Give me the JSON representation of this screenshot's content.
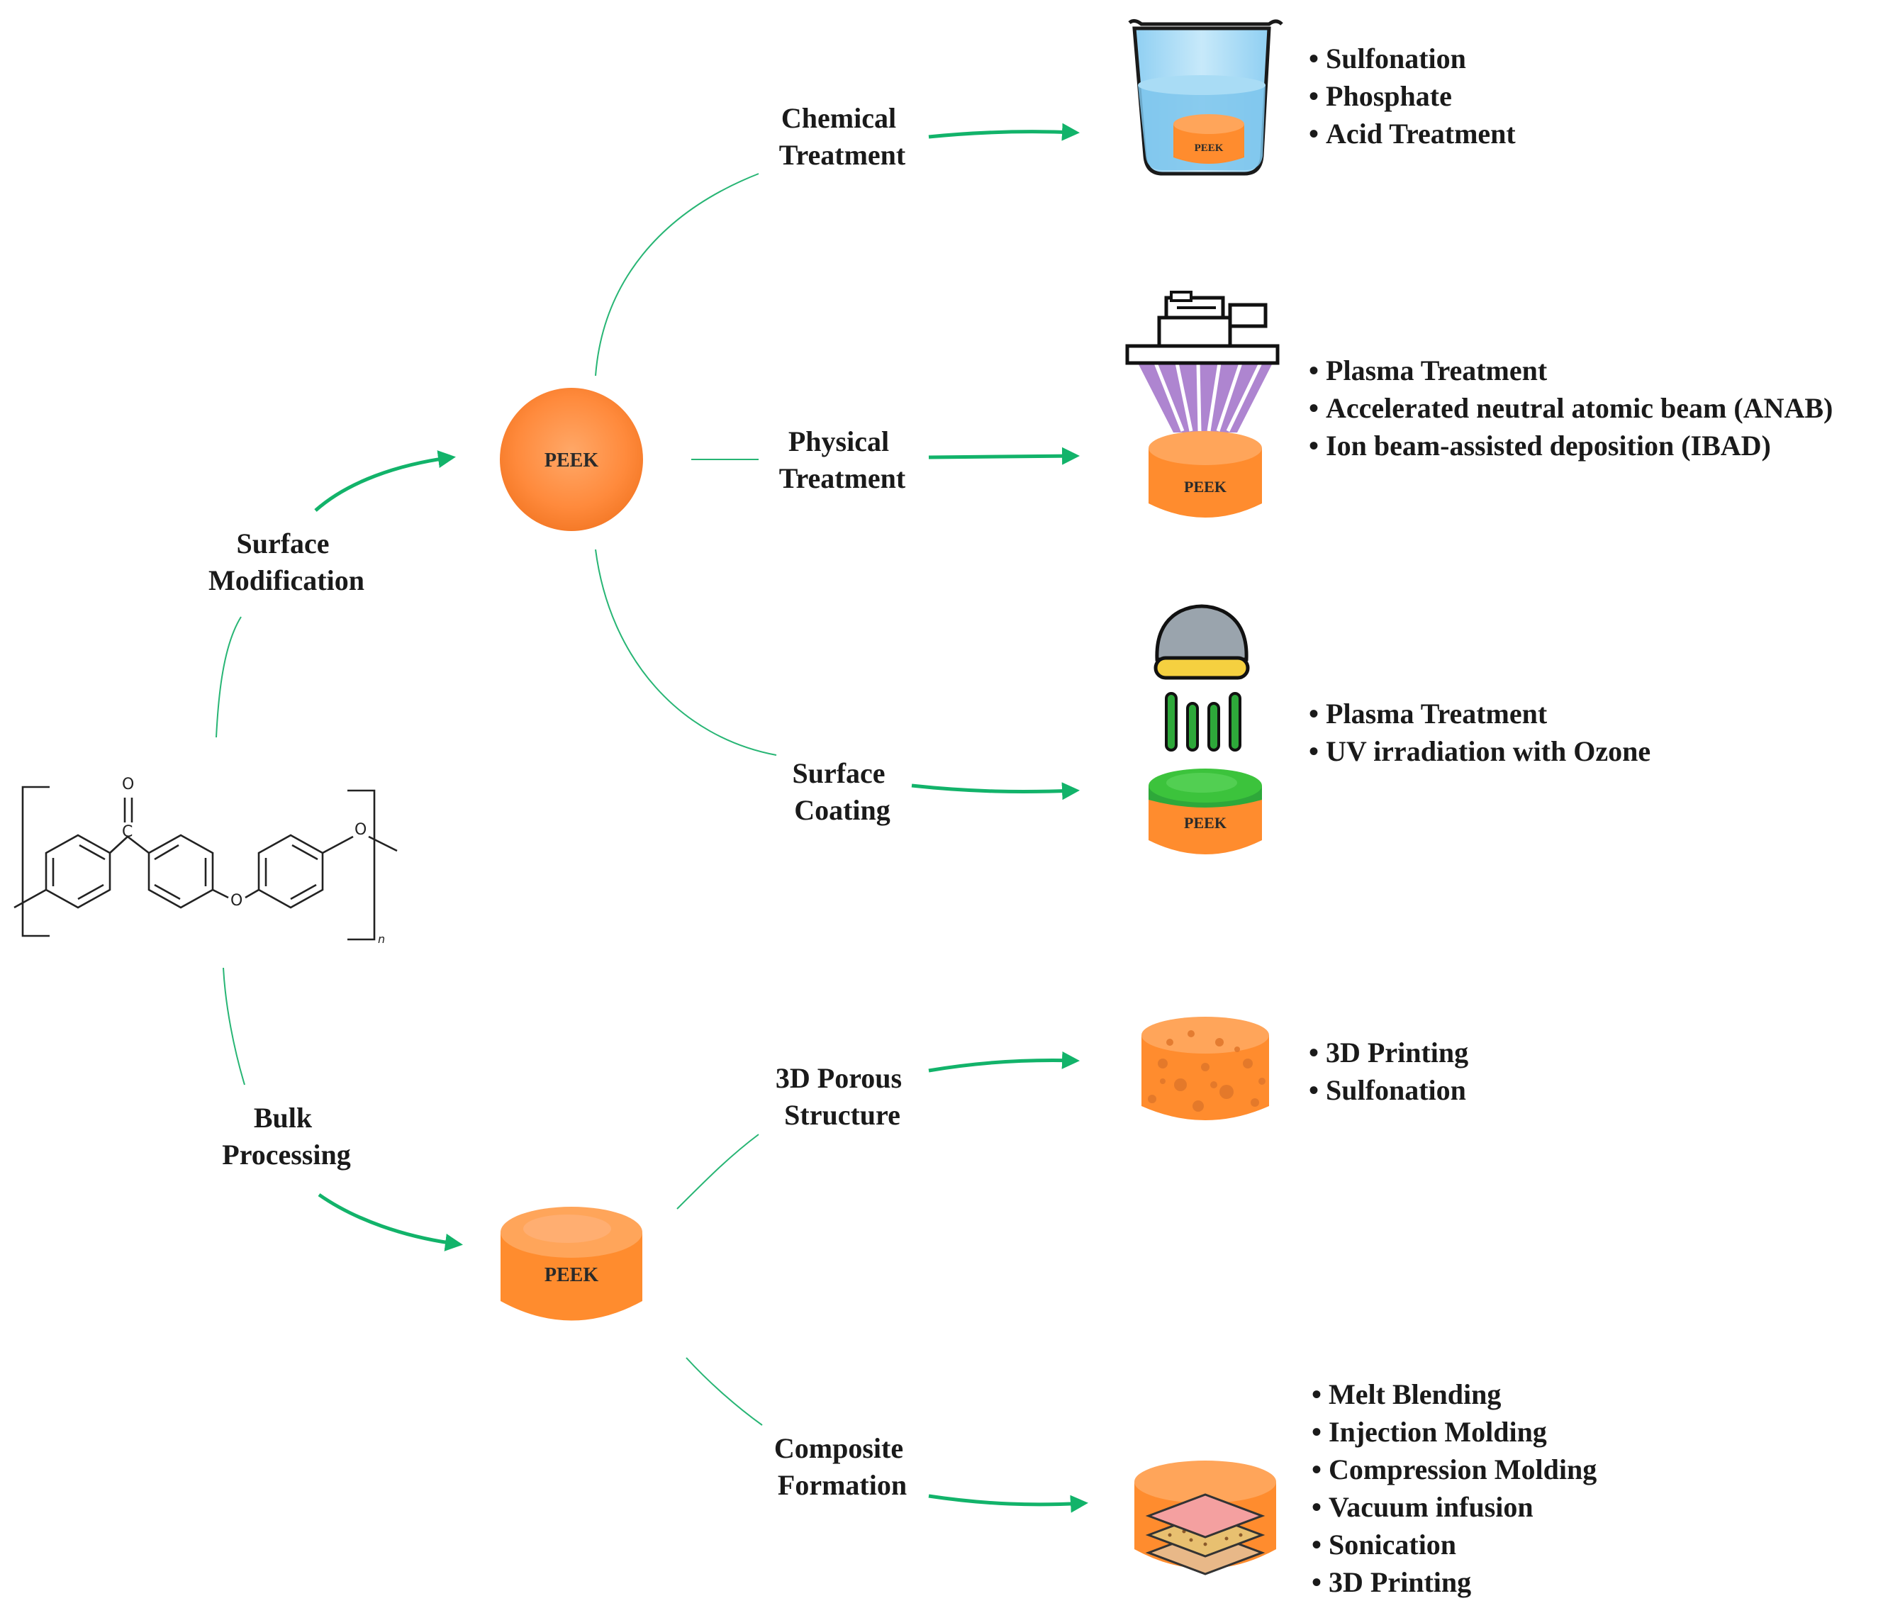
{
  "root": {
    "branches": [
      {
        "label_lines": [
          "Surface",
          "Modification"
        ]
      },
      {
        "label_lines": [
          "Bulk",
          "Processing"
        ]
      }
    ],
    "molecule": {
      "atoms": {
        "carbonyl_o": "O",
        "carbonyl_c": "C",
        "ether_o1": "O",
        "ether_o2": "O"
      },
      "subscript": "n"
    }
  },
  "nodes": {
    "sphere_label": "PEEK",
    "bulk_disc_label": "PEEK"
  },
  "methods": [
    {
      "label_lines": [
        "Chemical",
        "Treatment"
      ],
      "icon": "beaker-icon",
      "icon_label": "PEEK",
      "items": [
        "Sulfonation",
        "Phosphate",
        "Acid Treatment"
      ]
    },
    {
      "label_lines": [
        "Physical",
        "Treatment"
      ],
      "icon": "beam-emitter-icon",
      "icon_label": "PEEK",
      "items": [
        "Plasma Treatment",
        "Accelerated neutral atomic beam (ANAB)",
        "Ion beam-assisted deposition (IBAD)"
      ]
    },
    {
      "label_lines": [
        "Surface",
        "Coating"
      ],
      "icon": "coating-dispenser-icon",
      "icon_label": "PEEK",
      "items": [
        "Plasma Treatment",
        "UV irradiation with Ozone"
      ]
    },
    {
      "label_lines": [
        "3D Porous",
        "Structure"
      ],
      "icon": "porous-disc-icon",
      "icon_label": "",
      "items": [
        "3D Printing",
        "Sulfonation"
      ]
    },
    {
      "label_lines": [
        "Composite",
        "Formation"
      ],
      "icon": "layered-composite-icon",
      "icon_label": "",
      "items": [
        "Melt Blending",
        "Injection Molding",
        "Compression Molding",
        "Vacuum infusion",
        "Sonication",
        "3D Printing"
      ]
    }
  ],
  "colors": {
    "peek_orange": "#ff8c2e",
    "peek_orange_top": "#ffa55a",
    "connector_green": "#27b574",
    "arrow_green": "#12b36a",
    "coating_green": "#3cc33c",
    "beam_purple": "#a070c8",
    "water_blue": "#7ec6ec"
  }
}
